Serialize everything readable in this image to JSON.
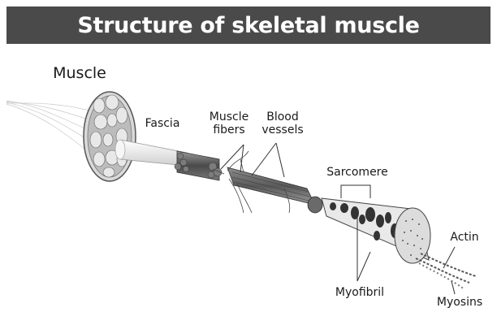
{
  "title": "Structure of skeletal muscle",
  "labels": {
    "muscle": "Muscle",
    "fascia": "Fascia",
    "muscle_fibers": "Muscle\nfibers",
    "blood_vessels": "Blood\nvessels",
    "sarcomere": "Sarcomere",
    "actin": "Actin",
    "myofibril": "Myofibril",
    "myosins": "Myosins"
  },
  "colors": {
    "title_bar": "#4a4a4a",
    "title_text": "#ffffff",
    "label_text": "#1a1a1a",
    "leader_lines": "#333333"
  }
}
